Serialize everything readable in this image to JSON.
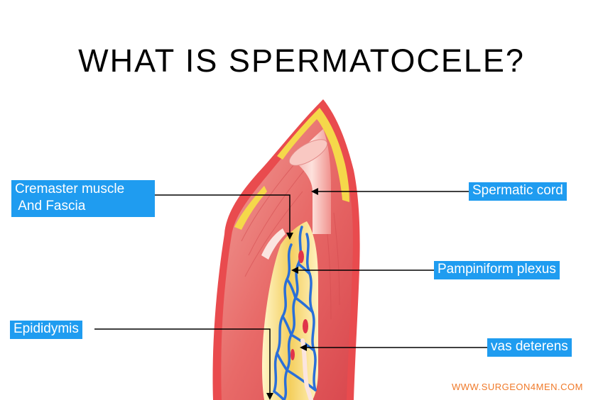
{
  "title": "WHAT IS SPERMATOCELE?",
  "labels": {
    "cremaster_line1": "Cremaster muscle",
    "cremaster_line2": " And Fascia",
    "spermatic_cord": "Spermatic cord",
    "pampiniform_plexus": "Pampiniform plexus",
    "epididymis": "Epididymis",
    "vas_deterens": "vas deterens"
  },
  "watermark": "WWW.SURGEON4MEN.COM",
  "colors": {
    "label_background": "#1f9cf0",
    "label_text": "#ffffff",
    "watermark": "#f07a2a",
    "muscle_red": "#e8474a",
    "fat_yellow": "#f5d84a",
    "vein_blue": "#2a6fd8"
  }
}
